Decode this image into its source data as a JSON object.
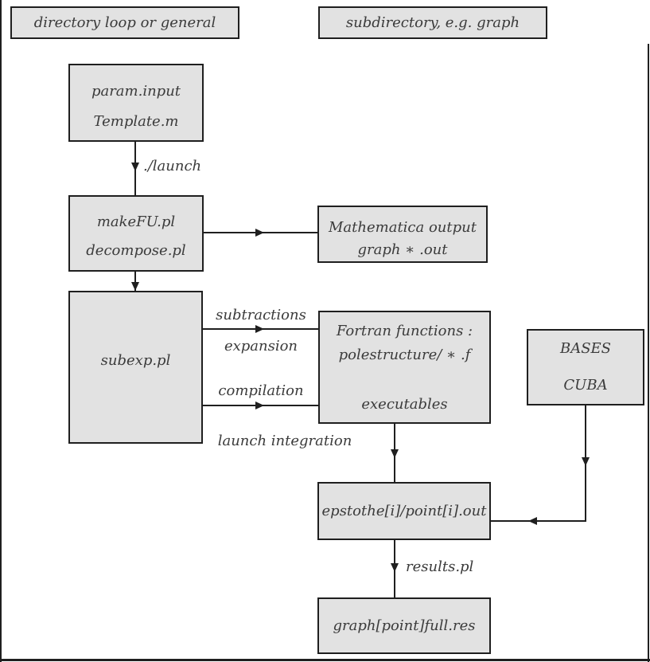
{
  "headers": {
    "left": "directory loop or general",
    "right": "subdirectory, e.g. graph"
  },
  "nodes": {
    "param": {
      "line1": "param.input",
      "line2": "Template.m"
    },
    "make": {
      "line1": "makeFU.pl",
      "line2": "decompose.pl"
    },
    "mathematica": {
      "line1": "Mathematica output",
      "line2": "graph ∗ .out"
    },
    "subexp": {
      "line1": "subexp.pl"
    },
    "fortran": {
      "line1": "Fortran functions :",
      "line2": "polestructure/ ∗ .f",
      "line3": "executables"
    },
    "bases": {
      "line1": "BASES",
      "line2": "CUBA"
    },
    "epstothe": {
      "line1": "epstothe[i]/point[i].out"
    },
    "result": {
      "line1": "graph[point]full.res"
    }
  },
  "edge_labels": {
    "launch": "./launch",
    "subtractions": "subtractions",
    "expansion": "expansion",
    "compilation": "compilation",
    "launch_integration": "launch integration",
    "results": "results.pl"
  },
  "colors": {
    "box_fill": "#e2e2e2",
    "box_border": "#1f1f1f",
    "connector": "#1f1f1f",
    "text": "#3b3b3b"
  }
}
